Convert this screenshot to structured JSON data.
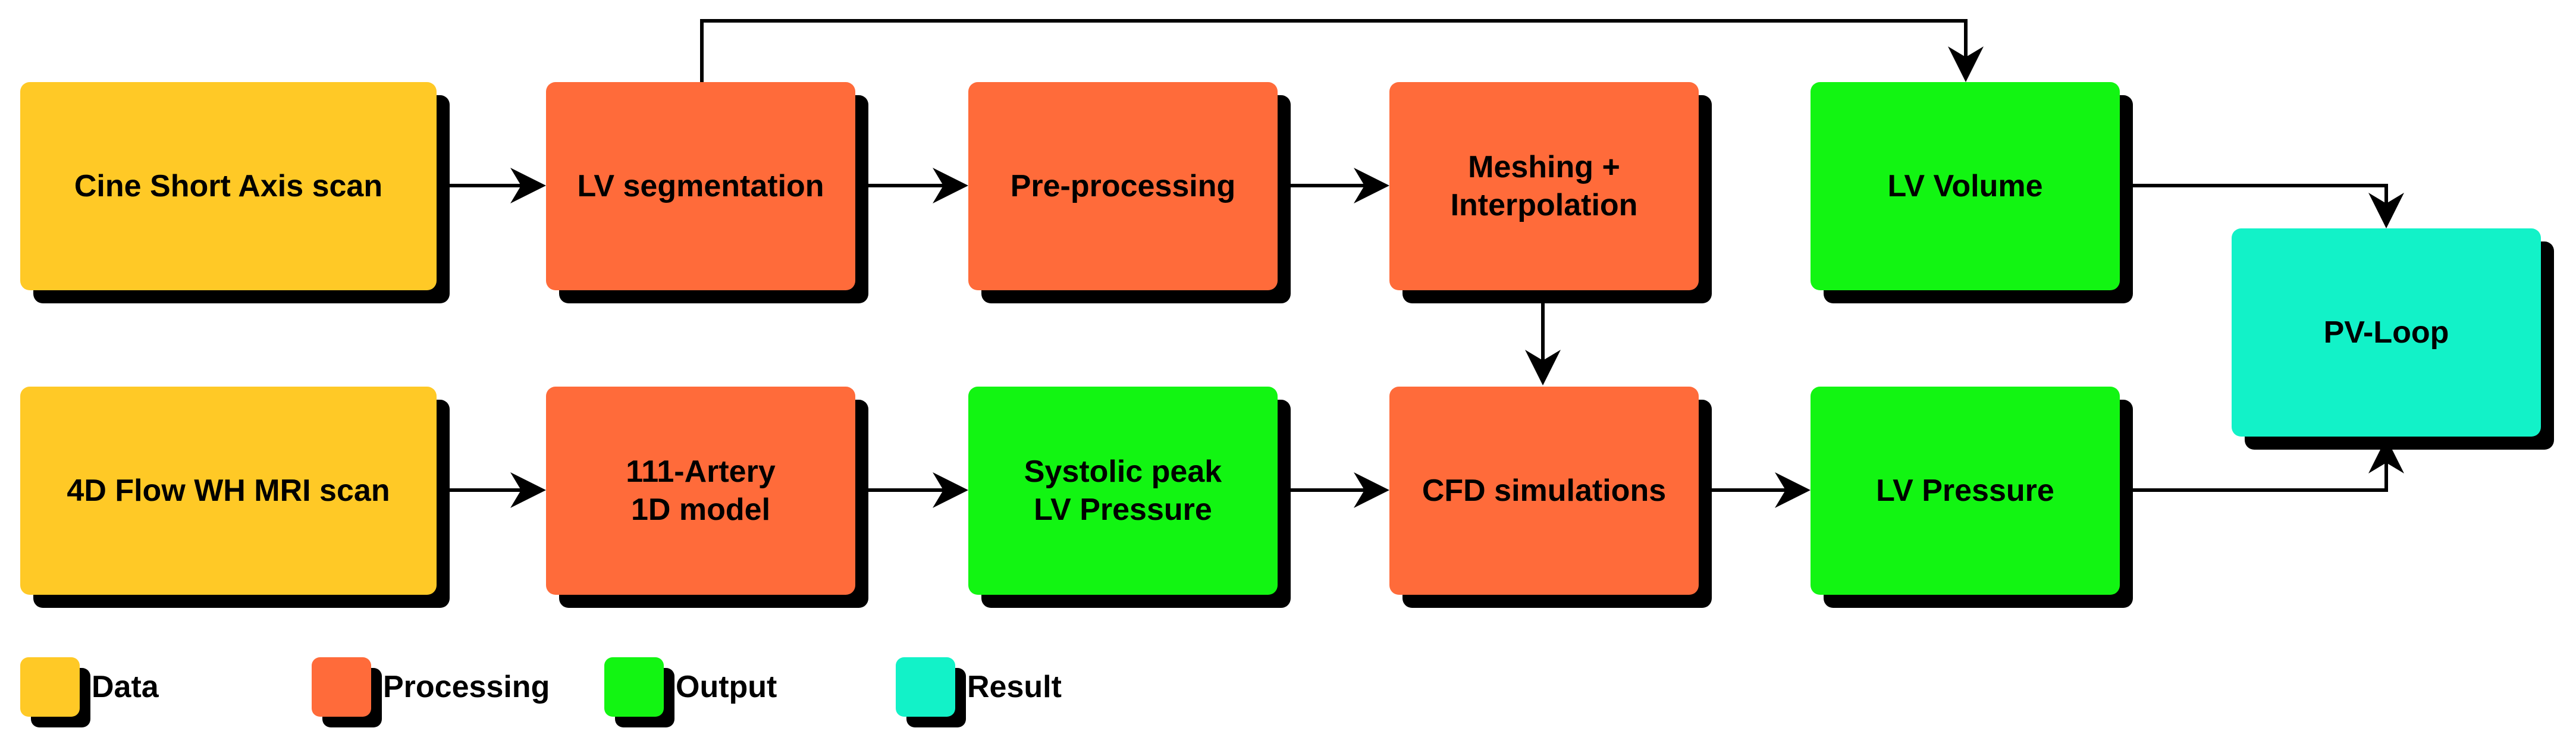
{
  "colors": {
    "data": "#FFC926",
    "processing": "#FF6B3A",
    "output": "#12F512",
    "result": "#12F2C8",
    "shadow": "#000000",
    "arrow": "#000000"
  },
  "nodes": {
    "cine": {
      "label": "Cine Short Axis scan",
      "category": "data"
    },
    "lv_seg": {
      "label": "LV segmentation",
      "category": "processing"
    },
    "preproc": {
      "label": "Pre-processing",
      "category": "processing"
    },
    "meshing": {
      "label": "Meshing +\nInterpolation",
      "category": "processing"
    },
    "lv_volume": {
      "label": "LV Volume",
      "category": "output"
    },
    "pv_loop": {
      "label": "PV-Loop",
      "category": "result"
    },
    "flow4d": {
      "label": "4D Flow WH MRI scan",
      "category": "data"
    },
    "artery": {
      "label": "111-Artery\n1D model",
      "category": "processing"
    },
    "systolic": {
      "label": "Systolic peak\nLV Pressure",
      "category": "output"
    },
    "cfd": {
      "label": "CFD simulations",
      "category": "processing"
    },
    "lv_pressure": {
      "label": "LV Pressure",
      "category": "output"
    }
  },
  "edges": [
    {
      "from": "cine",
      "to": "lv_seg"
    },
    {
      "from": "lv_seg",
      "to": "preproc"
    },
    {
      "from": "preproc",
      "to": "meshing"
    },
    {
      "from": "lv_seg",
      "to": "lv_volume"
    },
    {
      "from": "lv_volume",
      "to": "pv_loop"
    },
    {
      "from": "meshing",
      "to": "cfd"
    },
    {
      "from": "flow4d",
      "to": "artery"
    },
    {
      "from": "artery",
      "to": "systolic"
    },
    {
      "from": "systolic",
      "to": "cfd"
    },
    {
      "from": "cfd",
      "to": "lv_pressure"
    },
    {
      "from": "lv_pressure",
      "to": "pv_loop"
    }
  ],
  "legend": [
    {
      "label": "Data",
      "category": "data"
    },
    {
      "label": "Processing",
      "category": "processing"
    },
    {
      "label": "Output",
      "category": "output"
    },
    {
      "label": "Result",
      "category": "result"
    }
  ]
}
